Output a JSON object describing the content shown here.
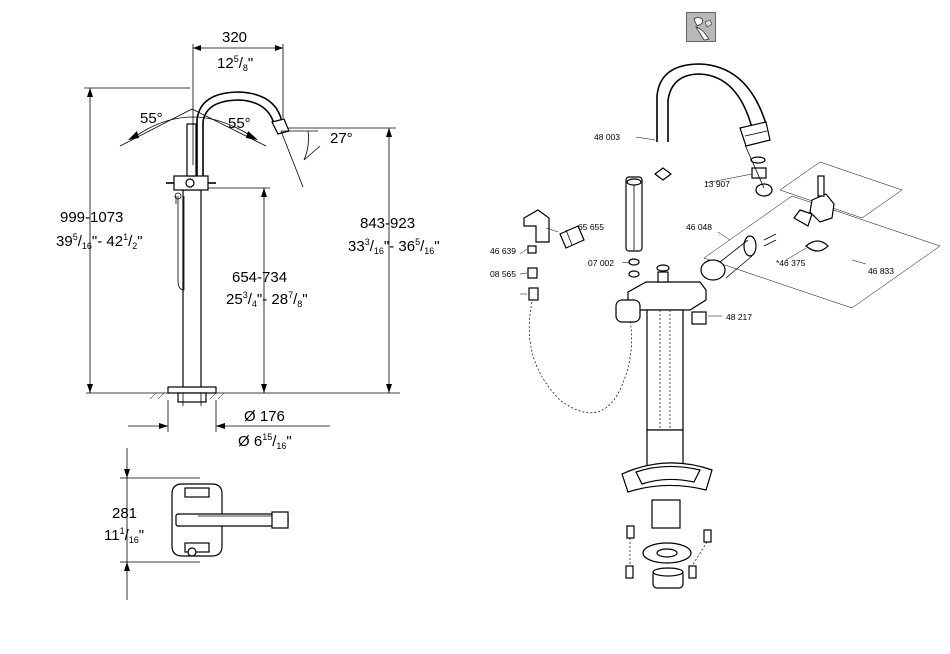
{
  "dimensions": {
    "width_mm": "320",
    "width_in_whole": "12",
    "width_in_num": "5",
    "width_in_den": "8",
    "angle_left": "55°",
    "angle_right": "55°",
    "angle_spout": "27°",
    "total_height_mm": "999-1073",
    "total_height_in_a": "39",
    "total_height_in_a_num": "5",
    "total_height_in_a_den": "16",
    "total_height_in_b": "- 42",
    "total_height_in_b_num": "1",
    "total_height_in_b_den": "2",
    "spout_height_mm": "843-923",
    "spout_height_in_a": "33",
    "spout_height_in_a_num": "3",
    "spout_height_in_a_den": "16",
    "spout_height_in_b": "- 36",
    "spout_height_in_b_num": "5",
    "spout_height_in_b_den": "16",
    "handle_height_mm": "654-734",
    "handle_height_in_a": "25",
    "handle_height_in_a_num": "3",
    "handle_height_in_a_den": "4",
    "handle_height_in_b": "- 28",
    "handle_height_in_b_num": "7",
    "handle_height_in_b_den": "8",
    "base_diameter_mm": "Ø 176",
    "base_diameter_in_whole": "Ø 6",
    "base_diameter_in_num": "15",
    "base_diameter_in_den": "16",
    "plan_depth_mm": "281",
    "plan_depth_in_whole": "11",
    "plan_depth_in_num": "1",
    "plan_depth_in_den": "16"
  },
  "parts": {
    "p48003": "48 003",
    "p13907": "13 907",
    "p65655": "65 655",
    "p46639": "46 639",
    "p07002": "07 002",
    "p08565": "08 565",
    "p46048": "46 048",
    "p46375": "*46 375",
    "p46833": "46 833",
    "p48217": "48 217"
  },
  "icons": {
    "badge": "hand-shower-icon"
  }
}
